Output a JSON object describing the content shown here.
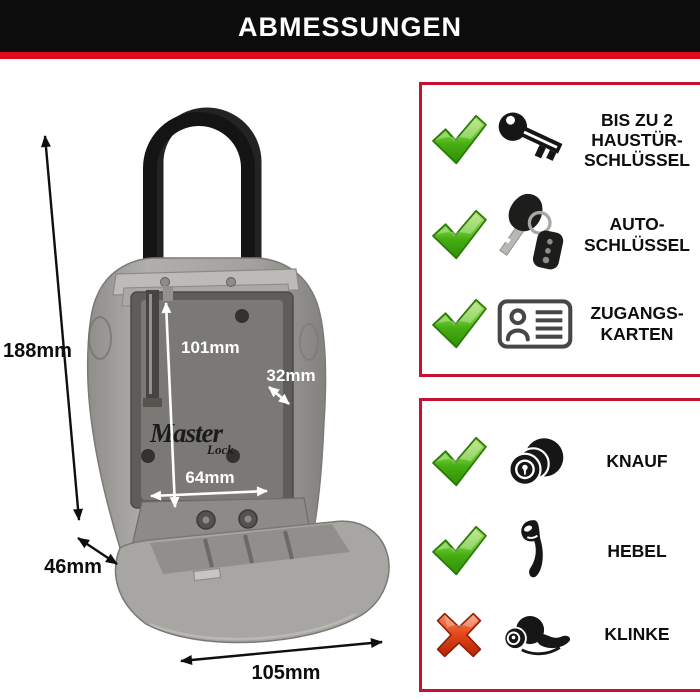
{
  "header": {
    "title": "ABMESSUNGEN"
  },
  "product": {
    "name": "key-safe-with-shackle",
    "brand": {
      "master": "Master",
      "lock": "Lock"
    },
    "dimensions": {
      "overall_height": "188mm",
      "inner_height": "101mm",
      "inner_depth": "32mm",
      "inner_width": "64mm",
      "body_depth": "46mm",
      "overall_width": "105mm"
    }
  },
  "panels": [
    {
      "name": "storage-capacity",
      "rows": [
        {
          "status": "yes",
          "icon": "house-key-icon",
          "label": "BIS ZU 2\nHAUSTÜR-\nSCHLÜSSEL"
        },
        {
          "status": "yes",
          "icon": "car-key-icon",
          "label": "AUTO-\nSCHLÜSSEL"
        },
        {
          "status": "yes",
          "icon": "access-card-icon",
          "label": "ZUGANGS-\nKARTEN"
        }
      ]
    },
    {
      "name": "door-hardware-compatibility",
      "rows": [
        {
          "status": "yes",
          "icon": "door-knob-icon",
          "label": "KNAUF"
        },
        {
          "status": "yes",
          "icon": "door-lever-icon",
          "label": "HEBEL"
        },
        {
          "status": "no",
          "icon": "door-handle-icon",
          "label": "KLINKE"
        }
      ]
    }
  ],
  "colors": {
    "header_black": "#0c0c0c",
    "header_stripe_red": "#de0a1c",
    "panel_border_red": "#c41230",
    "check_green": "#4fb51c",
    "cross_red": "#d93716",
    "body_gray": "#a3a19d",
    "shackle_black": "#161616"
  }
}
